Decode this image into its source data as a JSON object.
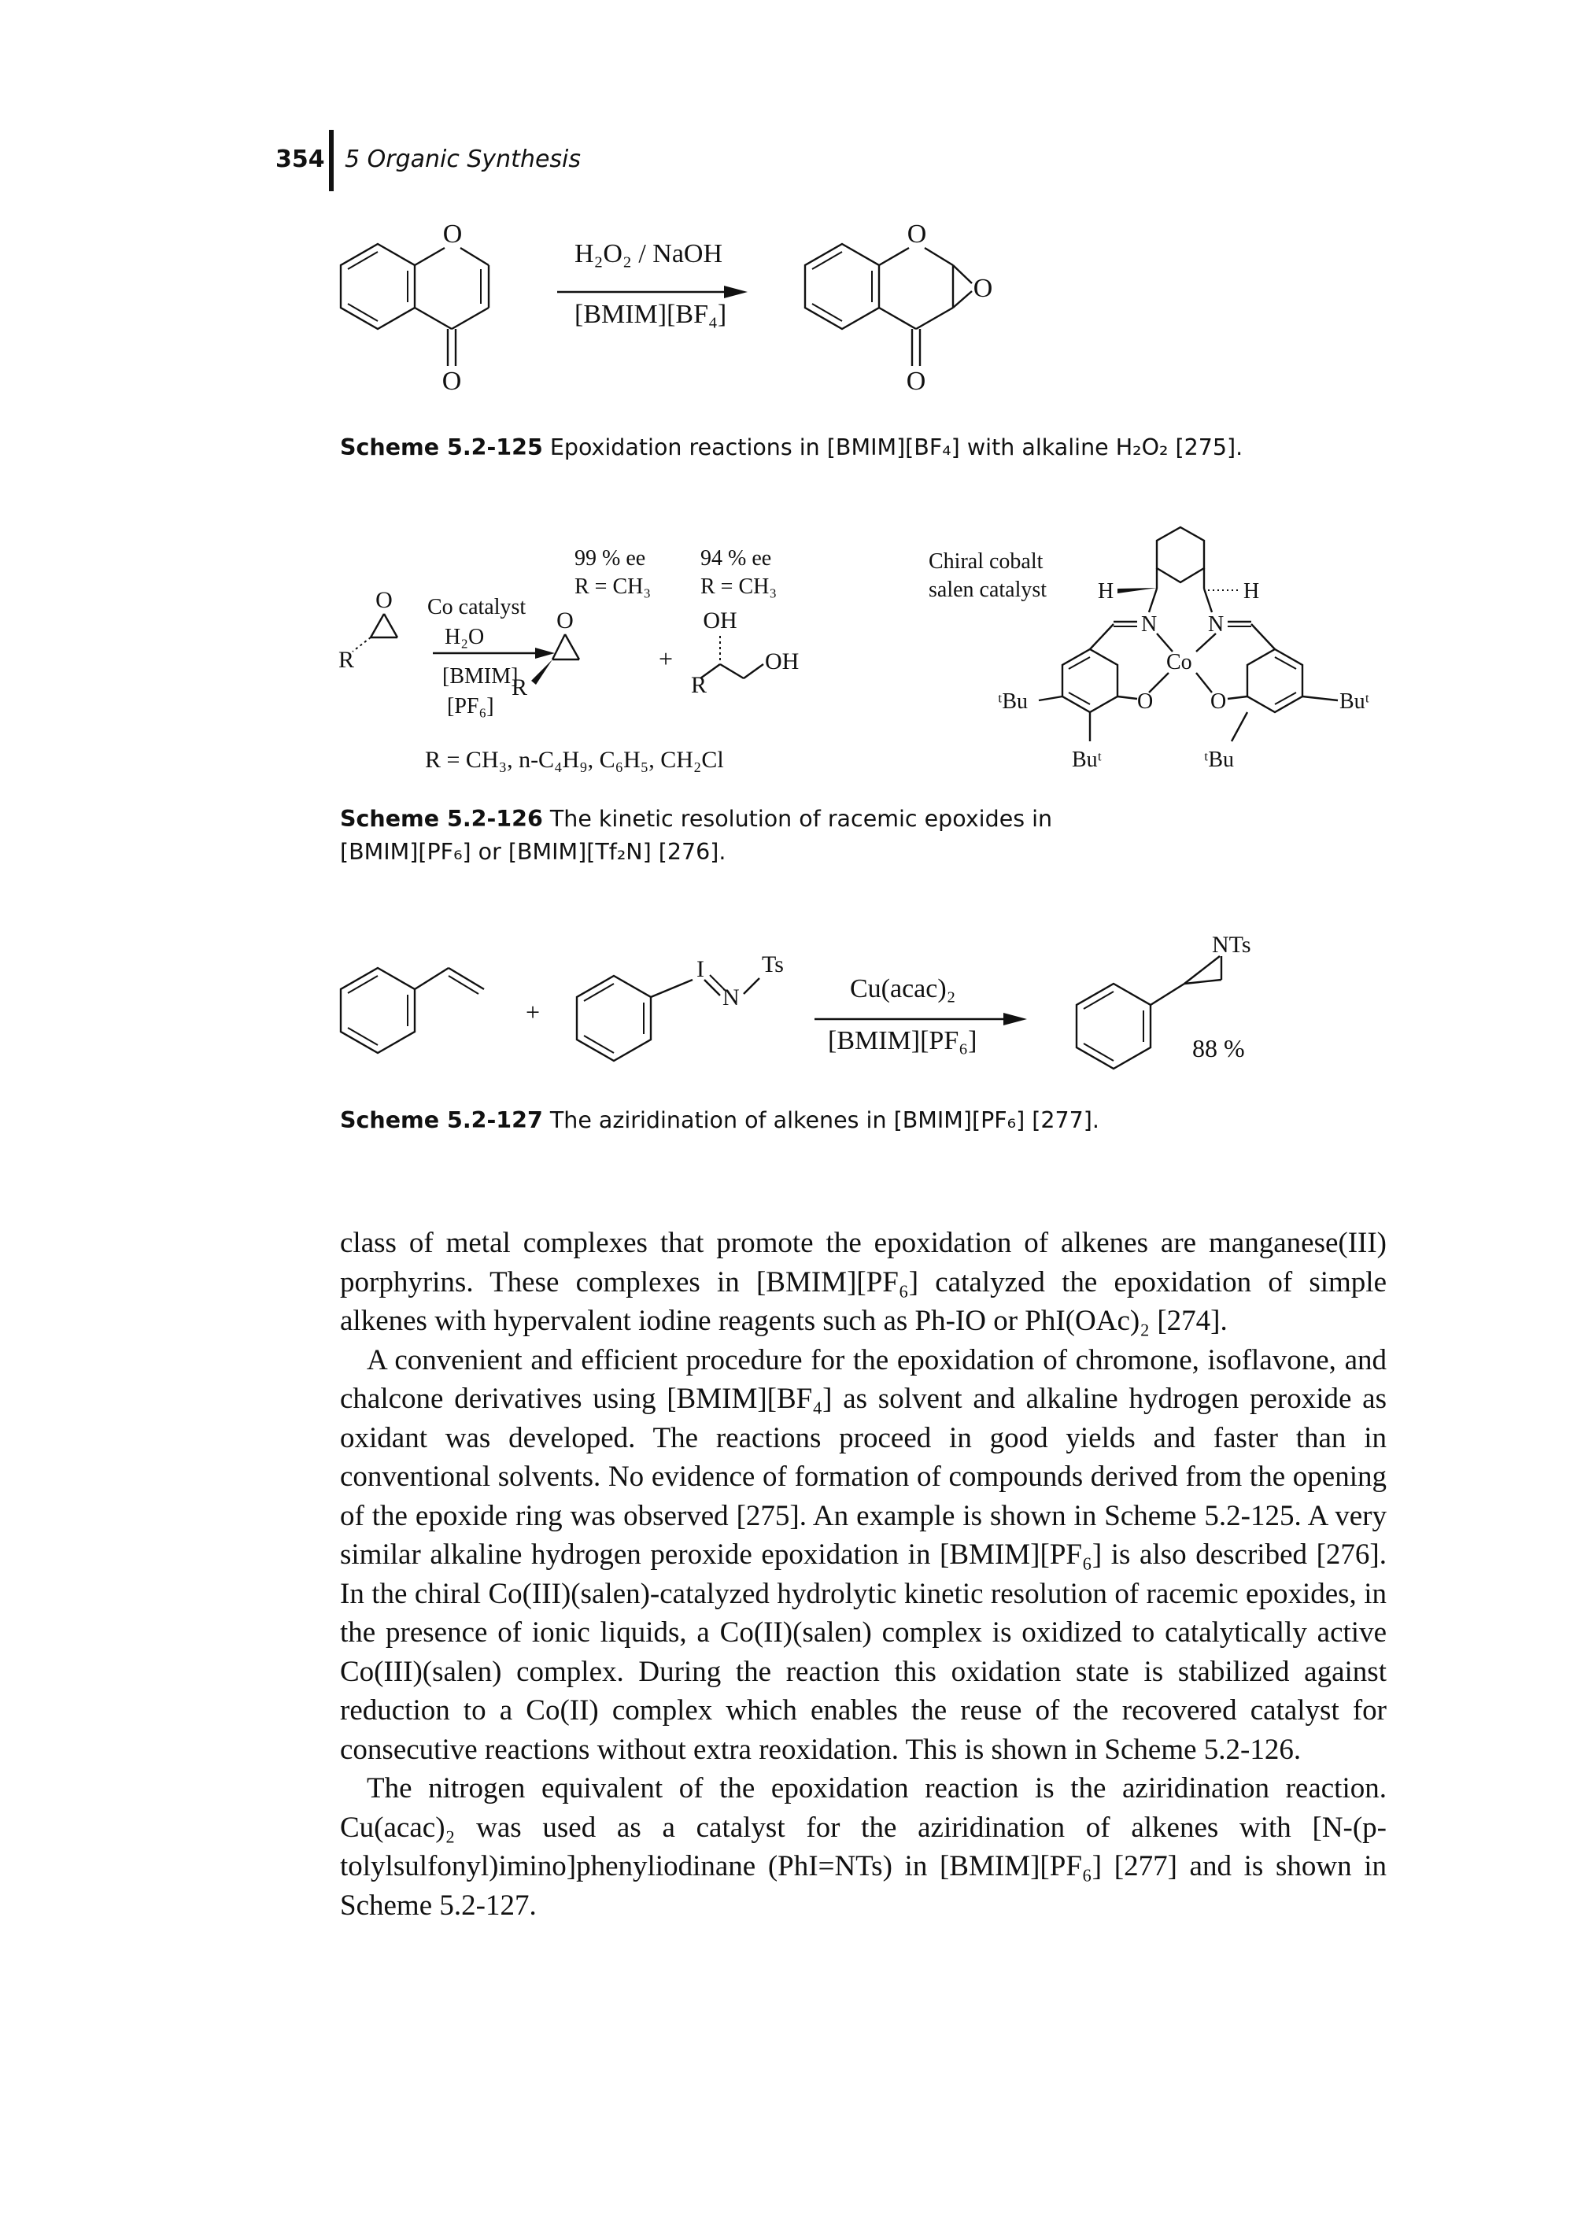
{
  "header": {
    "page_number": "354",
    "section_title": "5 Organic Synthesis"
  },
  "scheme_125": {
    "reagent_top": "H₂O₂ / NaOH",
    "reagent_bottom": "[BMIM][BF₄]",
    "atom_o": "O",
    "caption_label": "Scheme 5.2-125",
    "caption_text": "Epoxidation reactions in [BMIM][BF₄] with alkaline H₂O₂ [275]."
  },
  "scheme_126": {
    "ee_epoxide": "99 % ee",
    "r_epoxide": "R = CH₃",
    "ee_diol": "94 % ee",
    "r_diol": "R = CH₃",
    "catalyst_label": "Co catalyst",
    "water": "H₂O",
    "solvent_line1": "[BMIM]",
    "solvent_line2": "[PF₆]",
    "r_group": "R",
    "oh": "OH",
    "plus": "+",
    "r_definition": "R = CH₃, n-C₄H₉, C₆H₅, CH₂Cl",
    "cobalt_label_line1": "Chiral cobalt",
    "cobalt_label_line2": "salen catalyst",
    "h": "H",
    "n": "N",
    "co": "Co",
    "tbu_left": "ᵗBu",
    "tbu_right": "Buᵗ",
    "tbu_bottom_left": "Buᵗ",
    "tbu_bottom_right": "ᵗBu",
    "caption_label": "Scheme 5.2-126",
    "caption_line1": "The kinetic resolution of racemic epoxides in",
    "caption_line2": "[BMIM][PF₆] or [BMIM][Tf₂N] [276]."
  },
  "scheme_127": {
    "plus": "+",
    "iodine": "I",
    "nitrogen": "N",
    "ts": "Ts",
    "nts": "NTs",
    "reagent_top": "Cu(acac)₂",
    "reagent_bottom": "[BMIM][PF₆]",
    "yield": "88 %",
    "caption_label": "Scheme 5.2-127",
    "caption_text": "The aziridination of alkenes in [BMIM][PF₆] [277]."
  },
  "body": {
    "p1": "class of metal complexes that promote the epoxidation of alkenes are manganese(III) porphyrins. These complexes in [BMIM][PF₆] catalyzed the epoxidation of simple alkenes with hypervalent iodine reagents such as Ph-IO or PhI(OAc)₂ [274].",
    "p2": "A convenient and efficient procedure for the epoxidation of chromone, isoflavone, and chalcone derivatives using [BMIM][BF₄] as solvent and alkaline hydrogen peroxide as oxidant was developed. The reactions proceed in good yields and faster than in conventional solvents. No evidence of formation of compounds derived from the opening of the epoxide ring was observed [275]. An example is shown in Scheme 5.2-125. A very similar alkaline hydrogen peroxide epoxidation in [BMIM][PF₆] is also described [276]. In the chiral Co(III)(salen)-catalyzed hydrolytic kinetic resolution of racemic epoxides, in the presence of ionic liquids, a Co(II)(salen) complex is oxidized to catalytically active Co(III)(salen) complex. During the reaction this oxidation state is stabilized against reduction to a Co(II) complex which enables the reuse of the recovered catalyst for consecutive reactions without extra reoxidation. This is shown in Scheme 5.2-126.",
    "p3": "The nitrogen equivalent of the epoxidation reaction is the aziridination reaction. Cu(acac)₂ was used as a catalyst for the aziridination of alkenes with [N-(p-tolylsulfonyl)imino]phenyliodinane (PhI=NTs) in [BMIM][PF₆] [277] and is shown in Scheme 5.2-127."
  }
}
